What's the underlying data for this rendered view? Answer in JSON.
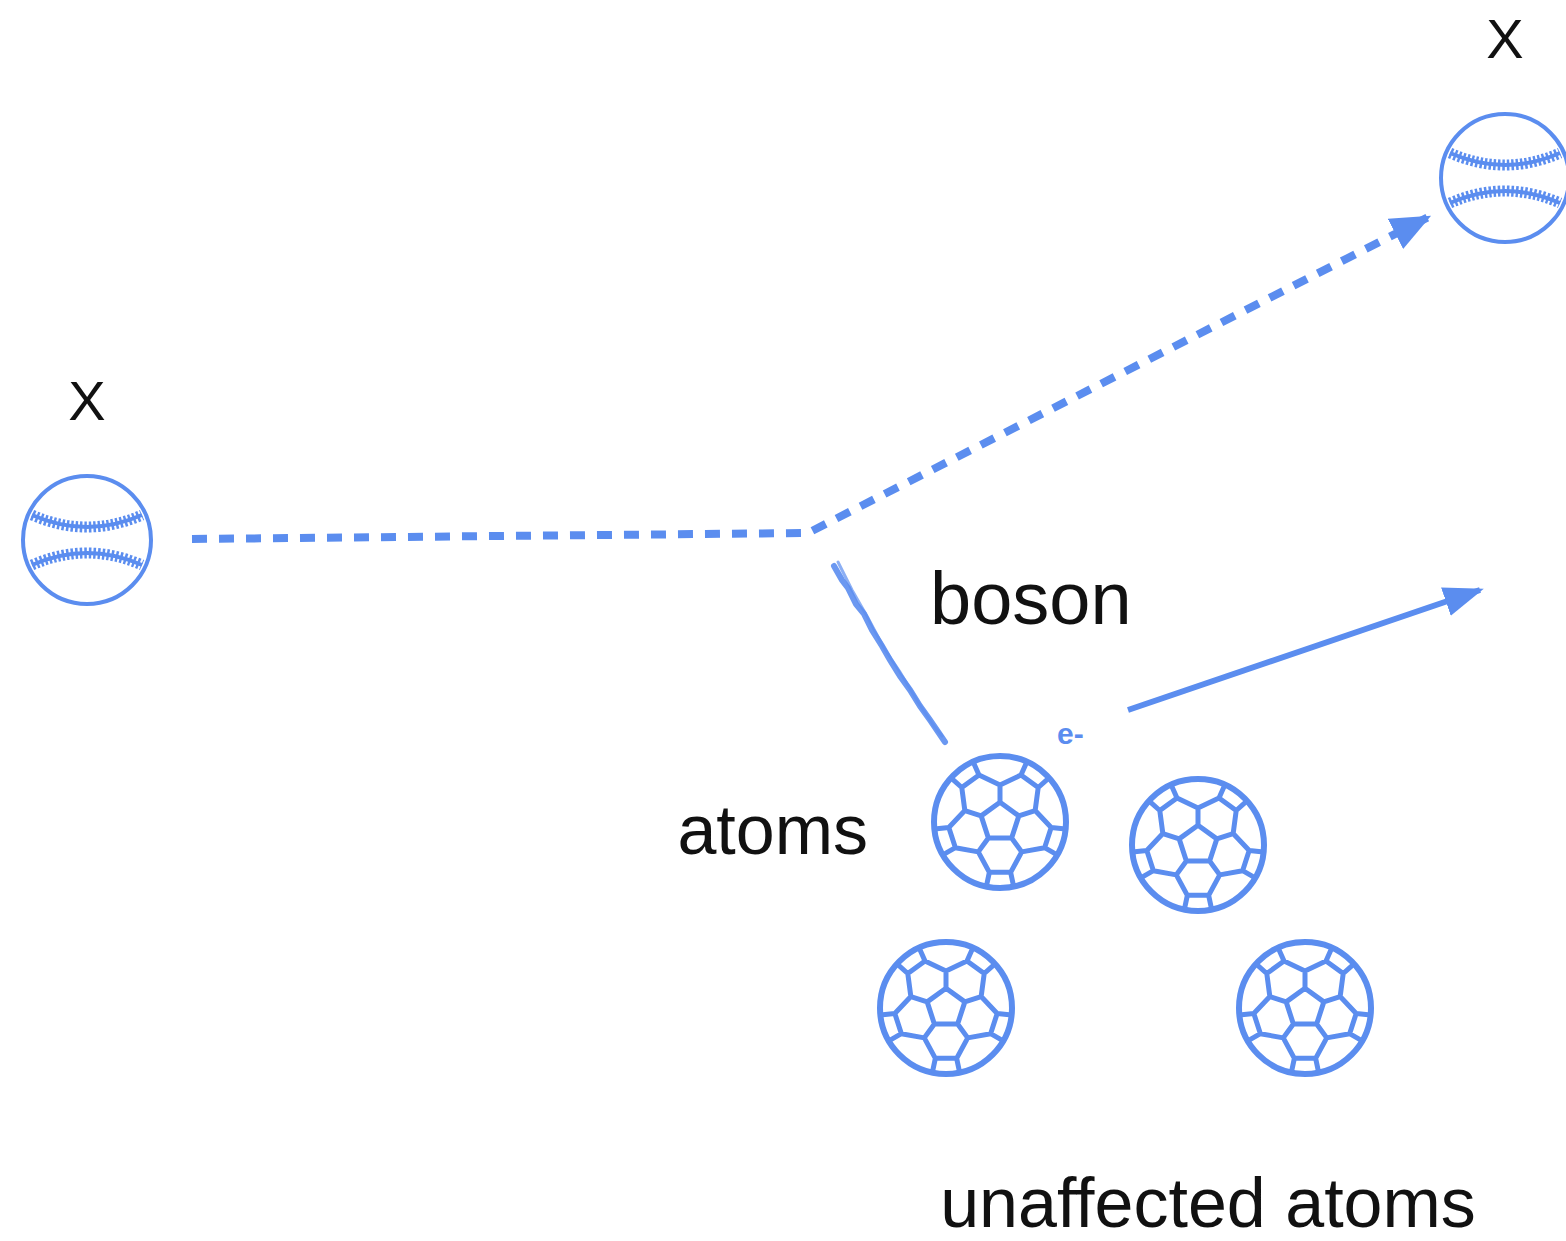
{
  "diagram": {
    "nodes": [
      {
        "text": [
          "X"
        ]
      },
      {
        "text": [
          "X"
        ]
      }
    ],
    "edges": [
      {
        "from": 0,
        "to": 1,
        "arrow": "to"
      }
    ],
    "labels": [
      "boson",
      "e-",
      "atoms",
      "unaffected atoms"
    ]
  }
}
